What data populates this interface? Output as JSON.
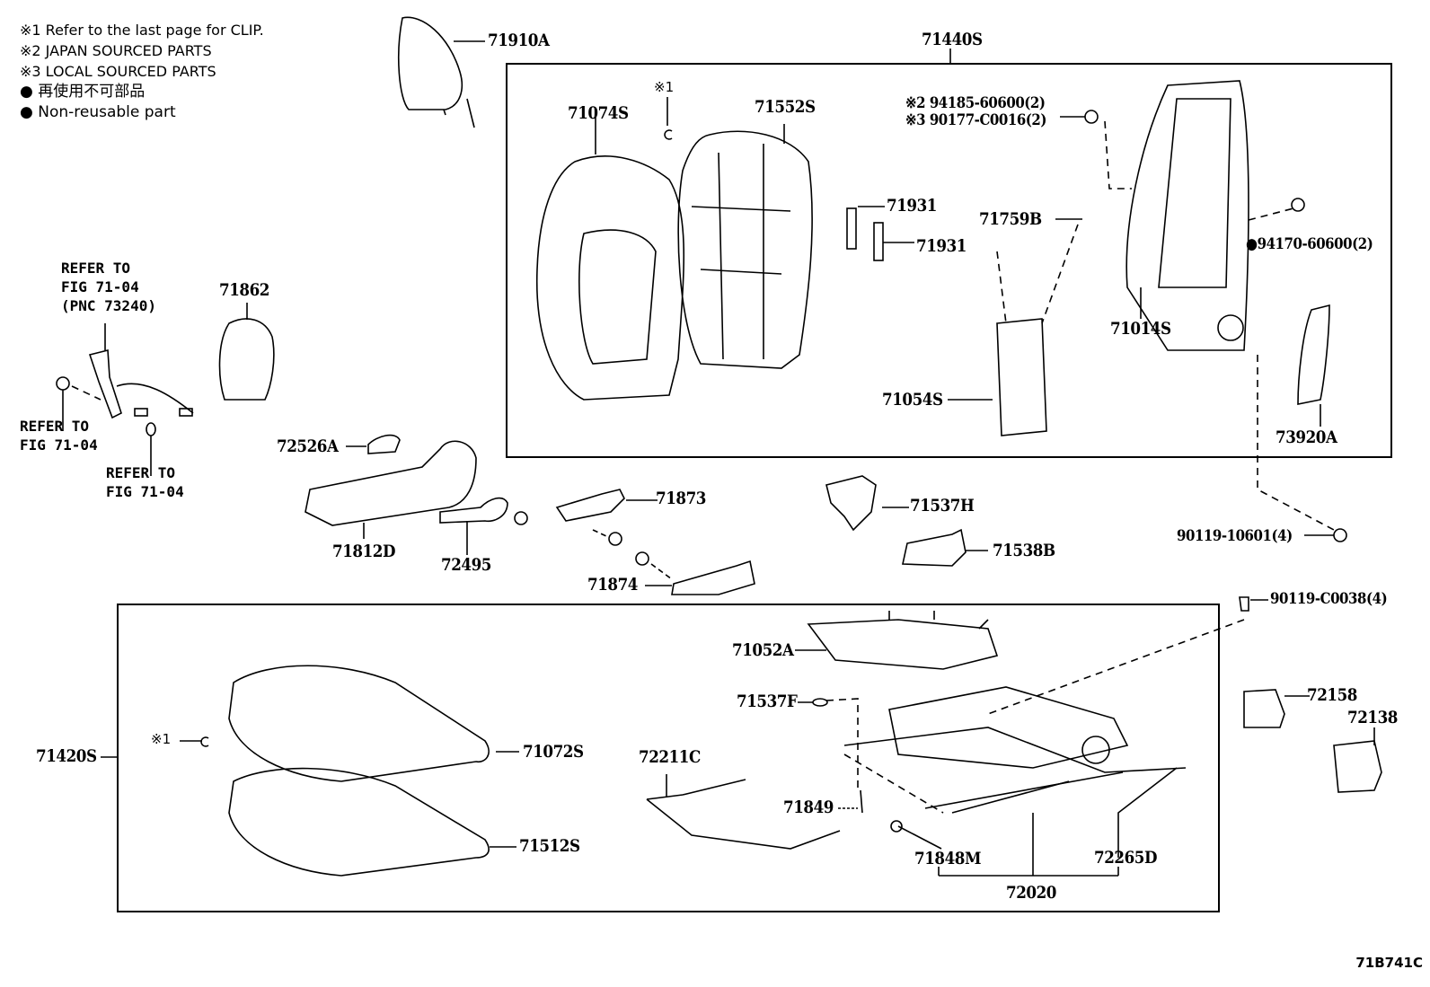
{
  "legend": {
    "lines": [
      "※1 Refer to the last page for CLIP.",
      "※2 JAPAN SOURCED PARTS",
      "※3 LOCAL SOURCED PARTS",
      "● 再使用不可部品",
      "● Non-reusable part"
    ]
  },
  "groups": {
    "seatback_assy": "71440S",
    "cushion_assy": "71420S"
  },
  "parts": {
    "headrest": "71910A",
    "seatback_cover": "71074S",
    "seatback_pad": "71552S",
    "clip_note_top": "※1",
    "headrest_support_1": "71931",
    "headrest_support_2": "71931",
    "nut_japan": "※2 94185-60600(2)",
    "nut_local": "※3 90177-C0016(2)",
    "lumbar_cable": "71759B",
    "seatback_frame": "71014S",
    "nut_nonreusable": "94170-60600(2)",
    "lumbar_support": "71054S",
    "side_cover": "73920A",
    "bolt_seatback": "90119-10601(4)",
    "belt_ref_main": "REFER TO\nFIG 71-04\n(PNC 73240)",
    "belt_ref_left": "REFER TO\nFIG 71-04",
    "belt_ref_bottom": "REFER TO\nFIG 71-04",
    "back_board": "71862",
    "knob": "72526A",
    "shield": "71812D",
    "lever": "72495",
    "cover_inner_1": "71873",
    "cover_inner_2": "71874",
    "protector_h": "71537H",
    "protector_b": "71538B",
    "bolt_adjuster": "90119-C0038(4)",
    "cushion_spring": "71052A",
    "protector_f": "71537F",
    "clip_note_cushion": "※1",
    "cushion_cover": "71072S",
    "cushion_pad": "71512S",
    "release_handle": "72211C",
    "clip_71849": "71849",
    "clip_71848m": "71848M",
    "adjuster_assy": "72020",
    "cover_72265d": "72265D",
    "cover_72158": "72158",
    "cover_72138": "72138"
  },
  "figure_id": "71B741C"
}
